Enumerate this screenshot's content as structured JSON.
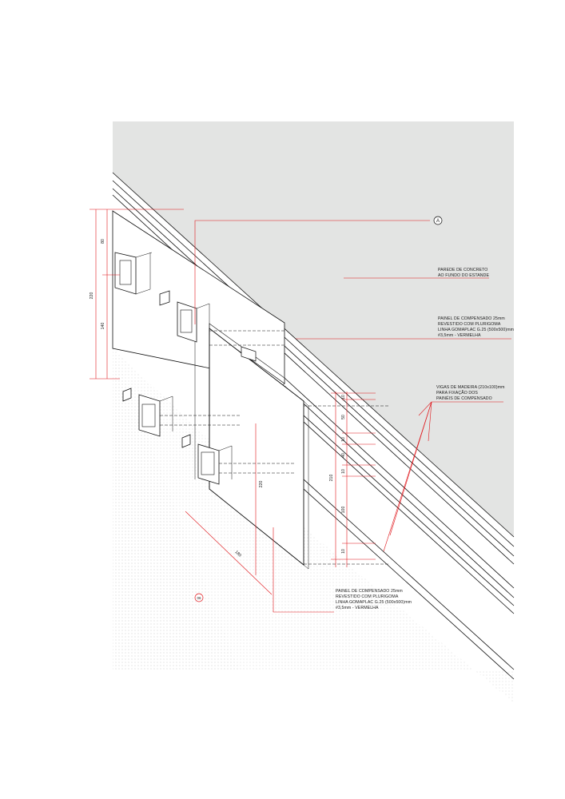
{
  "colors": {
    "concrete_wall": "#e3e4e3",
    "leader_lines": "#e0161b",
    "linework": "#111111",
    "panel_fill": "#ffffff",
    "floor_dots": "#c8c8c8"
  },
  "markers": {
    "section_marker": "A",
    "detail_marker": "06"
  },
  "notes": {
    "concrete_wall": [
      "PAREDE DE CONCRETO",
      "AO FUNDO DO ESTANDE"
    ],
    "upper_panel": [
      "PAINEL DE COMPENSADO 25mm",
      "REVESTIDO COM PLURIGOMA",
      "LINHA GOMAPLAC G.25 (500x500)mm",
      "#3,5mm - VERMELHA"
    ],
    "wood_beams": [
      "VIGAS DE MADEIRA (210x100)mm",
      "PARA FIXAÇÃO DOS",
      "PAINÉIS DE COMPENSADO"
    ],
    "lower_panel": [
      "PAINEL DE COMPENSADO 25mm",
      "REVESTIDO COM PLURIGOMA",
      "LINHA GOMAPLAC G.25 (500x500)mm",
      "#3,5mm - VERMELHA"
    ]
  },
  "dimensions": {
    "left_total": "220",
    "left_top": "80",
    "left_bottom": "140",
    "right_total": "210",
    "right_segments": [
      "10",
      "50",
      "10",
      "40",
      "10",
      "100",
      "10"
    ],
    "panel_height": "220",
    "panel_width": "180"
  }
}
